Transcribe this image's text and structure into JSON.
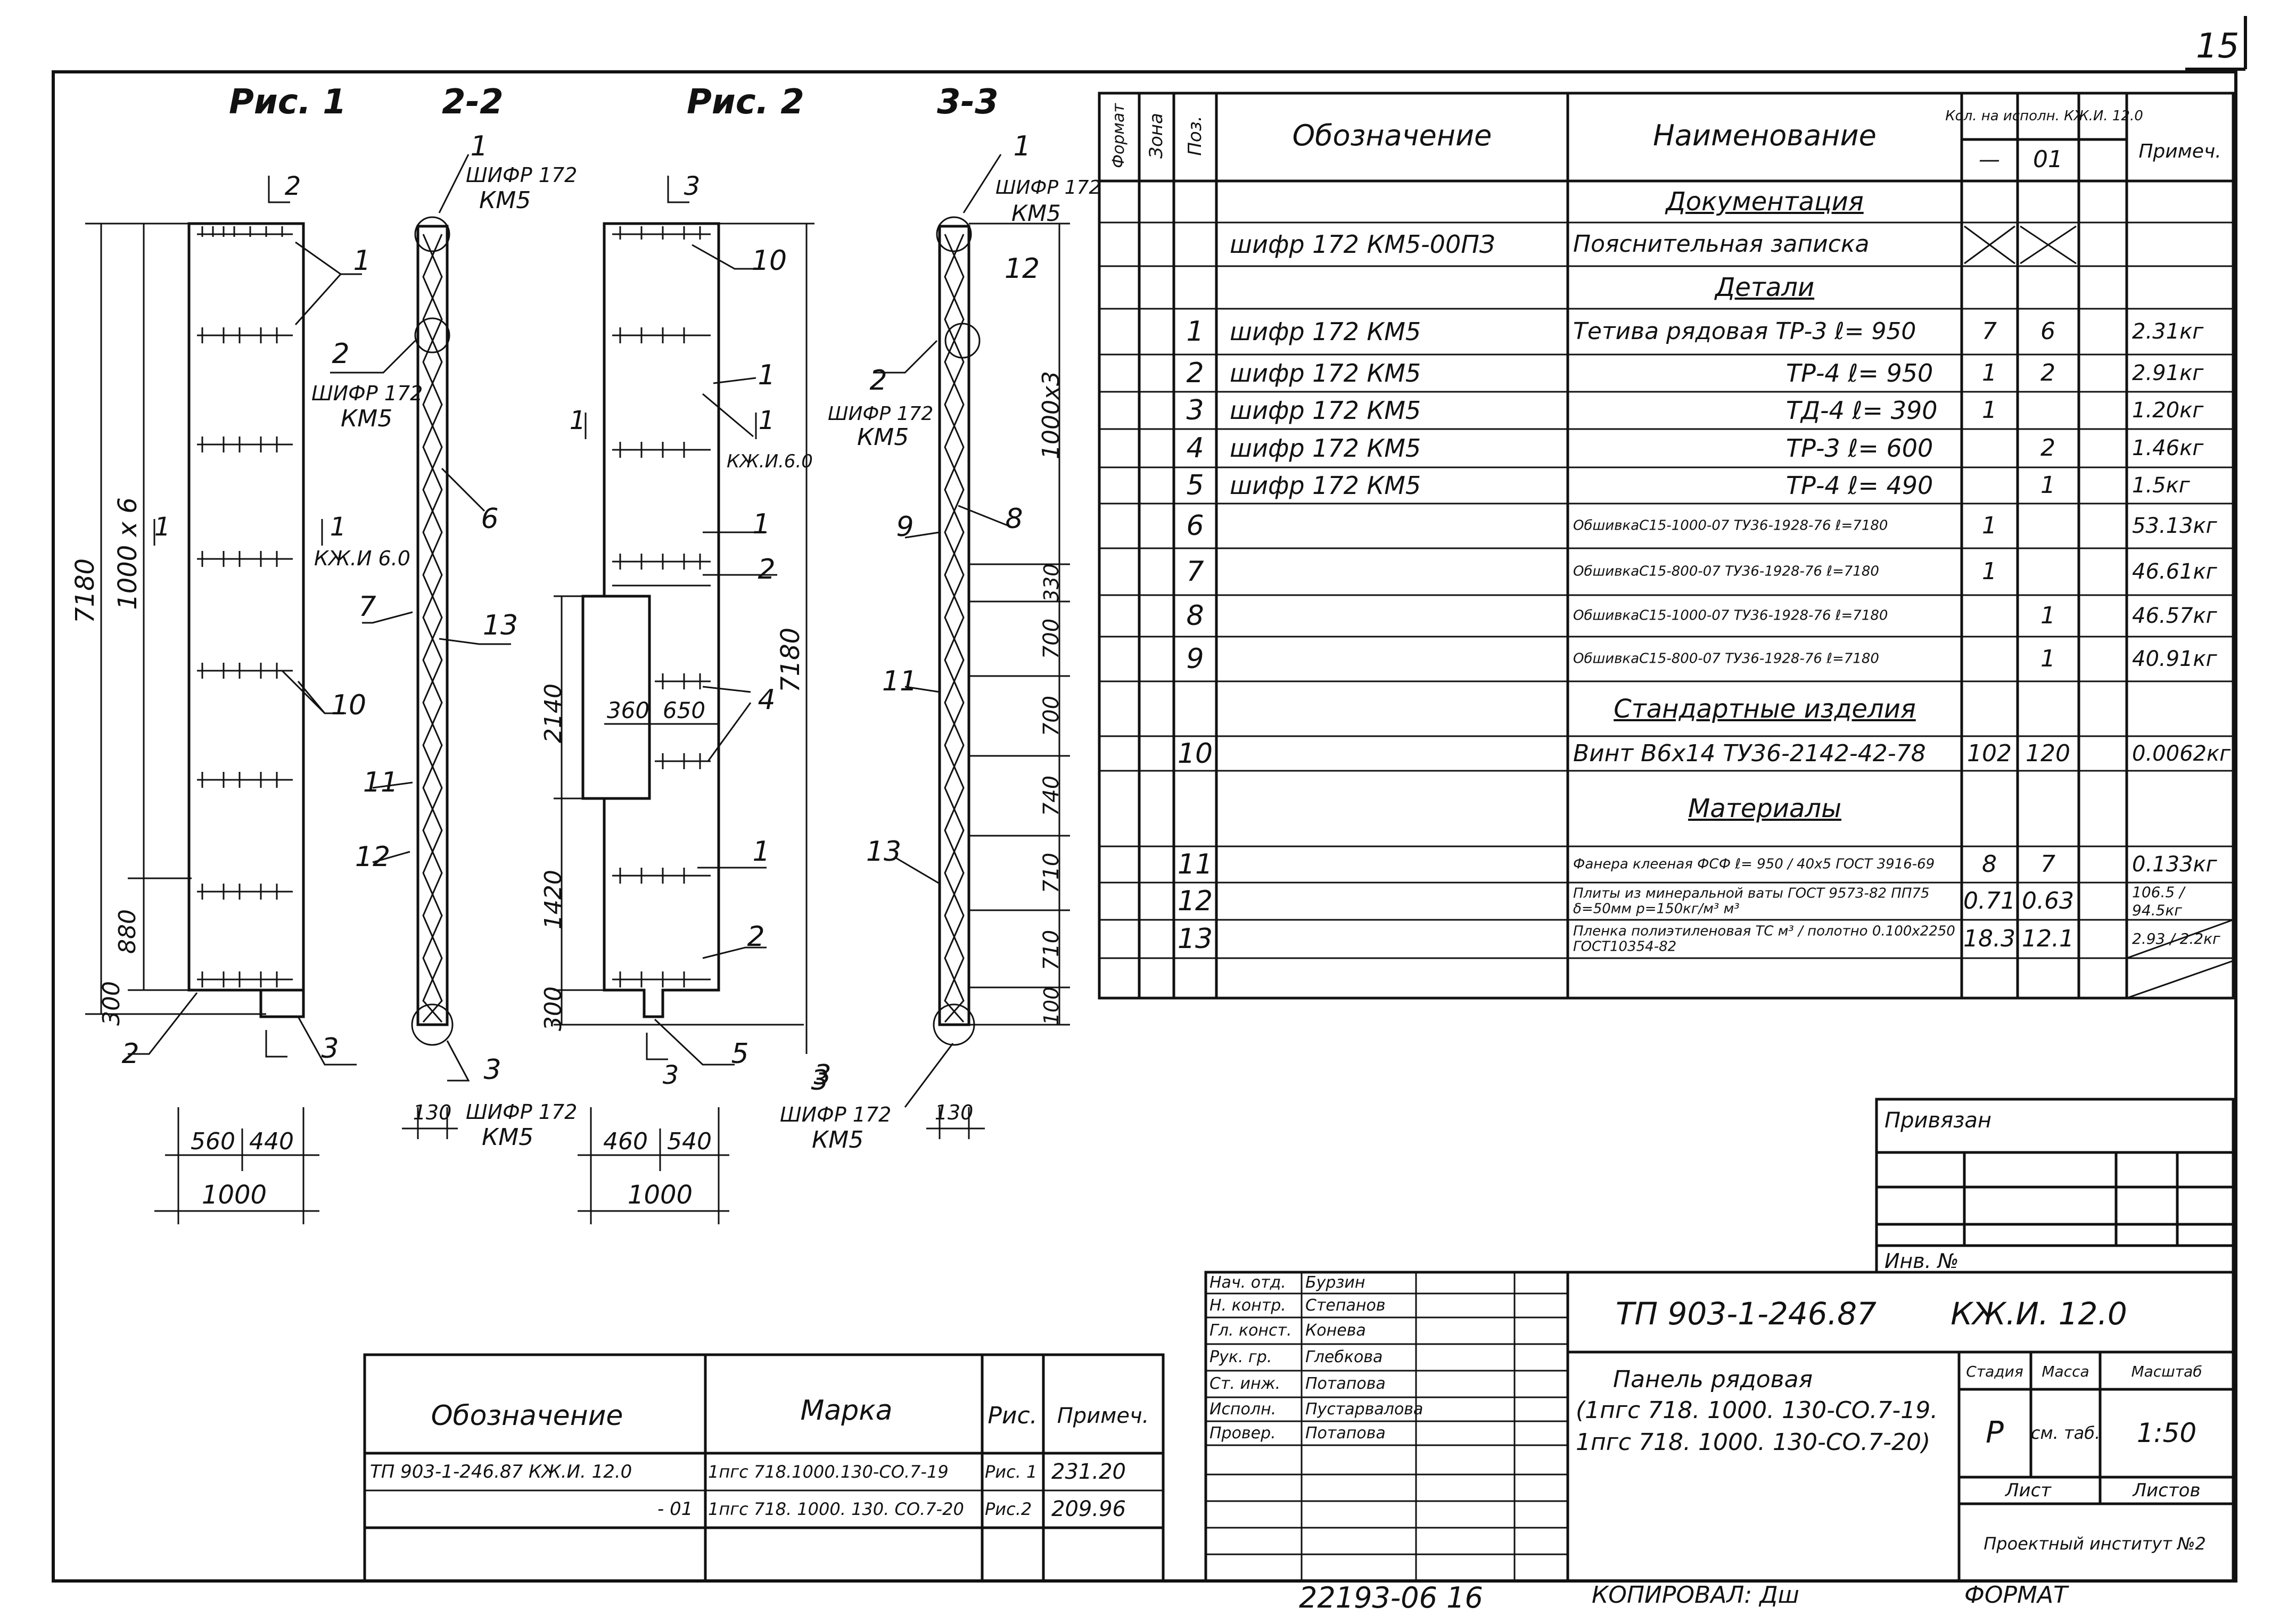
{
  "sheet_number": "15",
  "bottom_code": "22193-06 16",
  "copied_by": "КОПИРОВАЛ: Дш",
  "format_label": "ФОРМАТ",
  "figures": {
    "fig1_label": "Рис. 1",
    "section22": "2-2",
    "fig2_label": "Рис. 2",
    "section33": "3-3",
    "cipher": "ШИФР 172",
    "km5": "КМ5",
    "kzh_i_60": "КЖ.И 6.0",
    "kzh_i_60_b": "КЖ.И.6.0",
    "f1_dims": {
      "total_h": "7180",
      "ten": "1000 x 6",
      "d880": "880",
      "d300": "300",
      "w560": "560",
      "w440": "440",
      "w1000": "1000",
      "w130": "130"
    },
    "f2_dims": {
      "d2140": "2140",
      "d1420": "1420",
      "d300": "300",
      "d7180": "7180",
      "d360": "360",
      "d650": "650",
      "w460": "460",
      "w540": "540",
      "w1000": "1000"
    },
    "f3_dims": {
      "d1000x3": "1000x3",
      "d330": "330",
      "d700a": "700",
      "d700b": "700",
      "d740": "740",
      "d710a": "710",
      "d710b": "710",
      "d100": "100",
      "w130": "130"
    },
    "callouts": {
      "c1": "1",
      "c2": "2",
      "c3": "3",
      "c4": "4",
      "c5": "5",
      "c6": "6",
      "c7": "7",
      "c8": "8",
      "c9": "9",
      "c10": "10",
      "c11": "11",
      "c12": "12",
      "c13": "13"
    }
  },
  "spec": {
    "headers": {
      "format": "Формат",
      "zone": "Зона",
      "pos": "Поз.",
      "designation": "Обозначение",
      "name": "Наименование",
      "qty_group": "Кол. на исполн. КЖ.И. 12.0",
      "qty_dash": "—",
      "qty_01": "01",
      "note": "Примеч."
    },
    "rows": [
      {
        "pos": "",
        "designation": "",
        "name": "Документация",
        "q1": "",
        "q2": "",
        "note": "",
        "section": true
      },
      {
        "pos": "",
        "designation": "шифр 172 КМ5-00ПЗ",
        "name": "Пояснительная записка",
        "q1": "X",
        "q2": "X",
        "note": ""
      },
      {
        "pos": "",
        "designation": "",
        "name": "Детали",
        "q1": "",
        "q2": "",
        "note": "",
        "section": true
      },
      {
        "pos": "1",
        "designation": "шифр 172 КМ5",
        "name": "Тетива рядовая ТР-3 ℓ= 950",
        "q1": "7",
        "q2": "6",
        "note": "2.31кг"
      },
      {
        "pos": "2",
        "designation": "шифр 172 КМ5",
        "name": "ТР-4 ℓ= 950",
        "q1": "1",
        "q2": "2",
        "note": "2.91кг"
      },
      {
        "pos": "3",
        "designation": "шифр 172 КМ5",
        "name": "ТД-4 ℓ= 390",
        "q1": "1",
        "q2": "",
        "note": "1.20кг"
      },
      {
        "pos": "4",
        "designation": "шифр 172 КМ5",
        "name": "ТР-3 ℓ= 600",
        "q1": "",
        "q2": "2",
        "note": "1.46кг"
      },
      {
        "pos": "5",
        "designation": "шифр 172 КМ5",
        "name": "ТР-4 ℓ= 490",
        "q1": "",
        "q2": "1",
        "note": "1.5кг"
      },
      {
        "pos": "6",
        "designation": "",
        "name": "ОбшивкаС15-1000-07 ТУ36-1928-76 ℓ=7180",
        "q1": "1",
        "q2": "",
        "note": "53.13кг"
      },
      {
        "pos": "7",
        "designation": "",
        "name": "ОбшивкаС15-800-07 ТУ36-1928-76 ℓ=7180",
        "q1": "1",
        "q2": "",
        "note": "46.61кг"
      },
      {
        "pos": "8",
        "designation": "",
        "name": "ОбшивкаС15-1000-07 ТУ36-1928-76 ℓ=7180",
        "q1": "",
        "q2": "1",
        "note": "46.57кг"
      },
      {
        "pos": "9",
        "designation": "",
        "name": "ОбшивкаС15-800-07 ТУ36-1928-76 ℓ=7180",
        "q1": "",
        "q2": "1",
        "note": "40.91кг"
      },
      {
        "pos": "",
        "designation": "",
        "name": "Стандартные изделия",
        "q1": "",
        "q2": "",
        "note": "",
        "section": true
      },
      {
        "pos": "10",
        "designation": "",
        "name": "Винт В6х14 ТУ36-2142-42-78",
        "q1": "102",
        "q2": "120",
        "note": "0.0062кг"
      },
      {
        "pos": "",
        "designation": "",
        "name": "Материалы",
        "q1": "",
        "q2": "",
        "note": "",
        "section": true
      },
      {
        "pos": "11",
        "designation": "",
        "name": "Фанера клееная ФСФ ℓ= 950 / 40х5 ГОСТ 3916-69",
        "q1": "8",
        "q2": "7",
        "note": "0.133кг"
      },
      {
        "pos": "12",
        "designation": "",
        "name": "Плиты из минеральной ваты ГОСТ 9573-82 ПП75 δ=50мм р=150кг/м³ м³",
        "q1": "0.71",
        "q2": "0.63",
        "note": "106.5 / 94.5кг"
      },
      {
        "pos": "13",
        "designation": "",
        "name": "Пленка полиэтиленовая ТС м³ / полотно 0.100х2250 ГОСТ10354-82",
        "q1": "18.3",
        "q2": "12.1",
        "note": "2.93 / 2.2кг"
      }
    ]
  },
  "binding": {
    "title": "Привязан",
    "inv": "Инв. №"
  },
  "title_block": {
    "doc_code": "ТП 903-1-246.87",
    "doc_mark": "КЖ.И. 12.0",
    "roles": [
      {
        "role": "Нач. отд.",
        "name": "Бурзин"
      },
      {
        "role": "Н. контр.",
        "name": "Степанов"
      },
      {
        "role": "Гл. конст.",
        "name": "Конева"
      },
      {
        "role": "Рук. гр.",
        "name": "Глебкова"
      },
      {
        "role": "Ст. инж.",
        "name": "Потапова"
      },
      {
        "role": "Исполн.",
        "name": "Пустарвалова"
      },
      {
        "role": "Провер.",
        "name": "Потапова"
      }
    ],
    "item_name_1": "Панель рядовая",
    "item_name_2": "(1пгс 718. 1000. 130-СО.7-19.",
    "item_name_3": "1пгс 718. 1000. 130-СО.7-20)",
    "stage_label": "Стадия",
    "mass_label": "Масса",
    "scale_label": "Масштаб",
    "stage": "Р",
    "mass": "см. таб.",
    "scale": "1:50",
    "sheet_label": "Лист",
    "sheets_label": "Листов",
    "org": "Проектный институт №2"
  },
  "marks_table": {
    "headers": {
      "designation": "Обозначение",
      "mark": "Марка",
      "fig": "Рис.",
      "note": "Примеч."
    },
    "rows": [
      {
        "designation": "ТП 903-1-246.87   КЖ.И. 12.0",
        "mark": "1пгс 718.1000.130-СО.7-19",
        "fig": "Рис. 1",
        "note": "231.20"
      },
      {
        "designation": "- 01",
        "mark": "1пгс 718. 1000. 130. СО.7-20",
        "fig": "Рис.2",
        "note": "209.96"
      }
    ]
  }
}
